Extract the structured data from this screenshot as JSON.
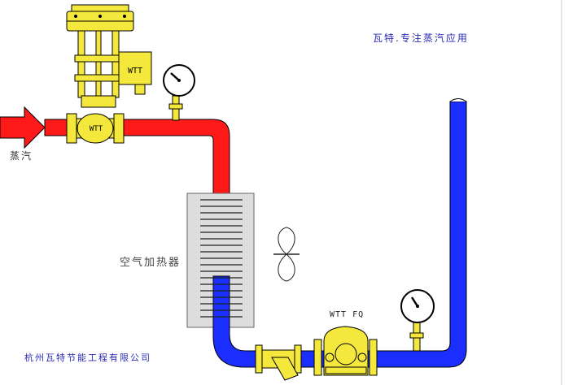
{
  "labels": {
    "slogan": "瓦特.专注蒸汽应用",
    "steam": "蒸汽",
    "heater": "空气加热器",
    "trap": "WTT FQ",
    "company": "杭州瓦特节能工程有限公司"
  },
  "valve": {
    "actuator_brand": "WTT",
    "body_brand": "WTT"
  },
  "colors": {
    "steam": "#ff1a1a",
    "condensate": "#1a2fff",
    "equipment": "#f5e83c",
    "heater_panel": "#dddddd"
  },
  "icons": [
    "control-valve-icon",
    "pressure-gauge-icon",
    "fan-icon",
    "strainer-icon",
    "steam-trap-icon",
    "arrow-icon"
  ]
}
